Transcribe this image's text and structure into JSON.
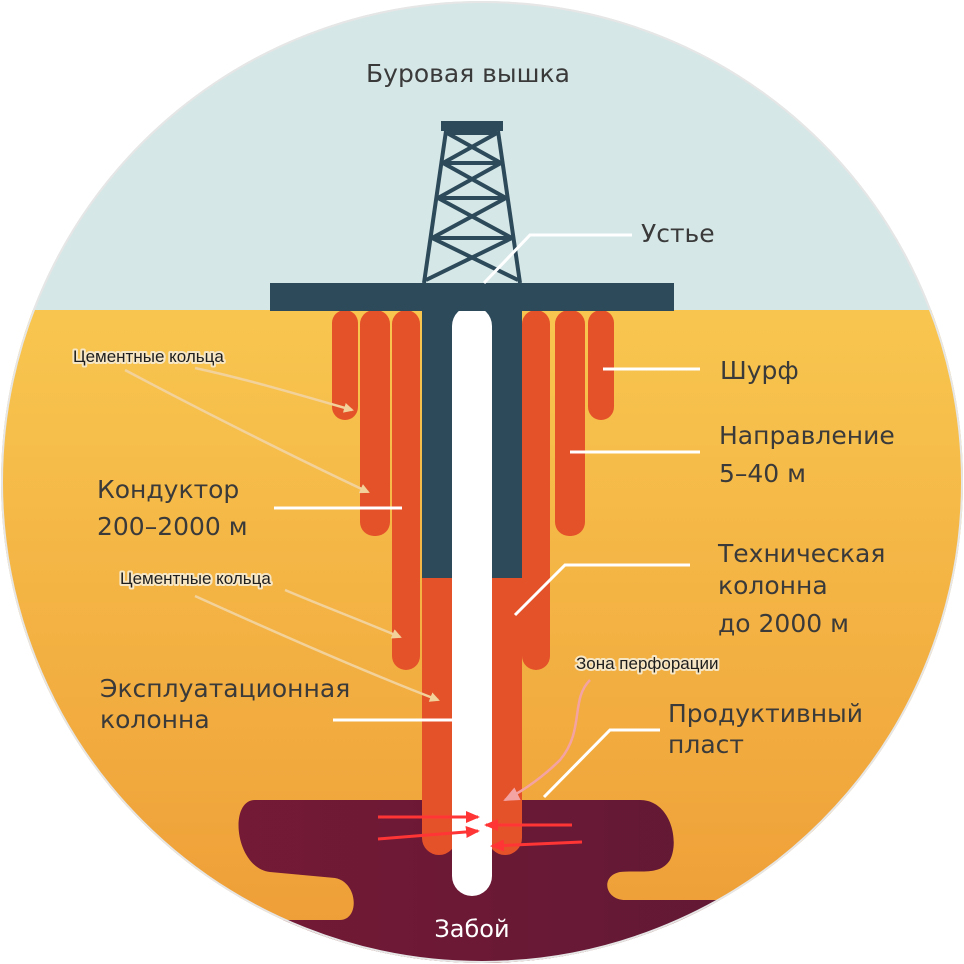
{
  "labels": {
    "derrick": "Буровая вышка",
    "wellhead": "Устье",
    "pit": "Шурф",
    "direction": "Направление",
    "direction_depth": "5–40 м",
    "conductor": "Кондуктор",
    "conductor_depth": "200–2000 м",
    "cement_rings_top": "Цементные кольца",
    "cement_rings_bottom": "Цементные кольца",
    "technical": "Техническая",
    "technical_2": "колонна",
    "technical_depth": "до 2000 м",
    "production": "Эксплуатационная",
    "production_2": "колонна",
    "perforation": "Зона перфорации",
    "reservoir": "Продуктивный",
    "reservoir_2": "пласт",
    "bottomhole": "Забой"
  },
  "colors": {
    "sky": "#d5e6e6",
    "ground_top": "#f7c24a",
    "ground_bottom": "#f0a23a",
    "casing": "#e4522a",
    "casing_edge": "#c03a17",
    "deck": "#2d4a5a",
    "reservoir": "#6a1a36",
    "bore": "#ffffff",
    "leader": "#ffffff",
    "perforation_arrow": "#ff2b2b",
    "cement_arrow": "#f2d29a"
  },
  "icons": [
    "derrick-icon",
    "arrow-icon"
  ]
}
